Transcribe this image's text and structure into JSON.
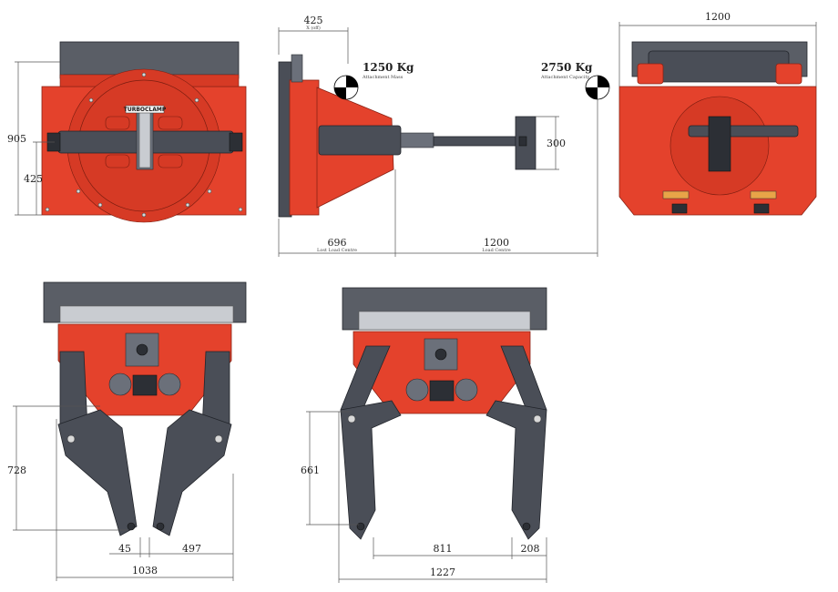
{
  "views": {
    "front": {
      "brand_label": "TURBOCLAMP",
      "dims": {
        "height_total": "905",
        "height_center": "425"
      }
    },
    "side": {
      "dims": {
        "top": "425",
        "top_sub": "X (off)",
        "lost_load": "696",
        "lost_load_label": "Lost Load Centre",
        "load_centre": "1200",
        "load_centre_label": "Load Centre",
        "arm_height": "300"
      },
      "mass_value": "1250 Kg",
      "mass_label": "Attachment Mass",
      "capacity_value": "2750 Kg",
      "capacity_label": "Attachment Capacity"
    },
    "rear": {
      "dims": {
        "width": "1200"
      }
    },
    "closed": {
      "dims": {
        "height": "728",
        "gap": "45",
        "half": "497",
        "width": "1038"
      }
    },
    "open": {
      "dims": {
        "height": "661",
        "inner": "811",
        "jaw": "208",
        "width": "1227"
      }
    }
  },
  "colors": {
    "body": "#e4422c",
    "steel": "#4a4e57",
    "plate": "#5a5e66"
  }
}
